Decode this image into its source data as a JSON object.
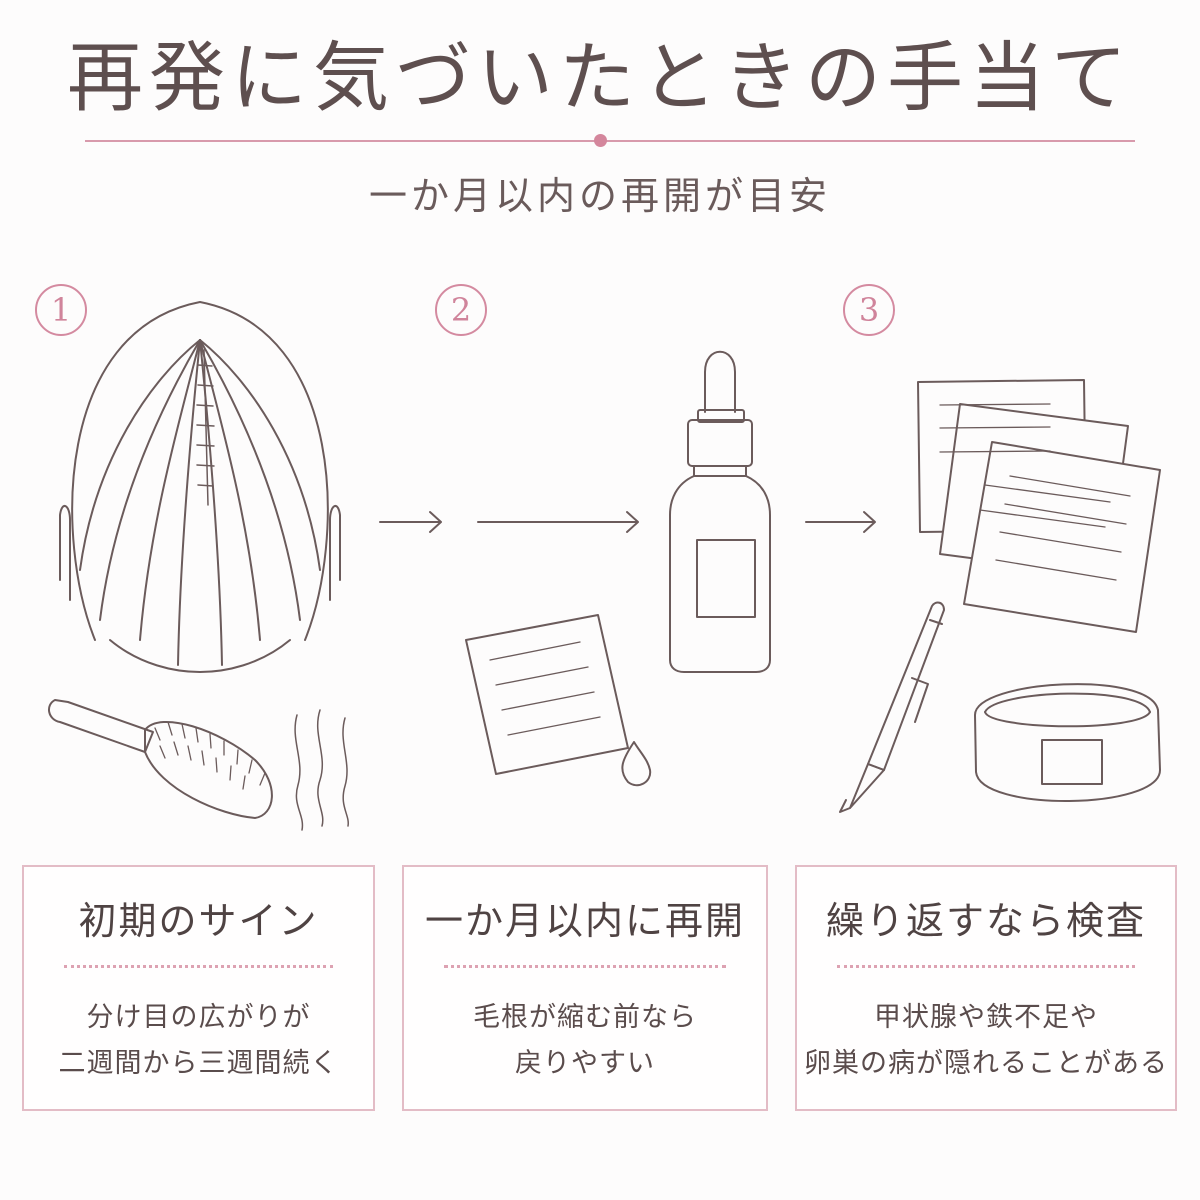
{
  "title": "再発に気づいたときの手当て",
  "subtitle": "一か月以内の再開が目安",
  "colors": {
    "accent": "#d4869c",
    "line": "#6b5b5b",
    "card_border": "#e3bcc6"
  },
  "steps": [
    {
      "number": "1",
      "illustration": "scalp-with-widening-part-brush-and-shed-hair",
      "heading": "初期のサイン",
      "lines": [
        "分け目の広がりが",
        "二週間から三週間続く"
      ]
    },
    {
      "number": "2",
      "illustration": "dropper-bottle-and-care-note",
      "heading": "一か月以内に再開",
      "lines": [
        "毛根が縮む前なら",
        "戻りやすい"
      ]
    },
    {
      "number": "3",
      "illustration": "medical-records-pen-and-wristband",
      "heading": "繰り返すなら検査",
      "lines": [
        "甲状腺や鉄不足や",
        "卵巣の病が隠れることがある"
      ]
    }
  ]
}
